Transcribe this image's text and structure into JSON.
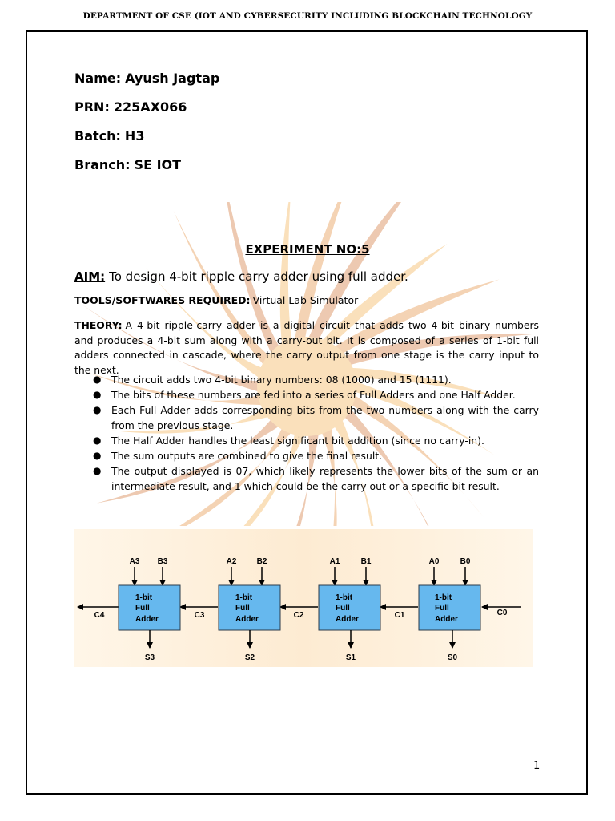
{
  "header": {
    "department": "DEPARTMENT OF CSE (IOT AND CYBERSECURITY INCLUDING BLOCKCHAIN TECHNOLOGY"
  },
  "student": {
    "name_label": "Name:",
    "name_value": "Ayush Jagtap",
    "prn_label": "PRN:",
    "prn_value": "225AX066",
    "batch_label": "Batch:",
    "batch_value": "H3",
    "branch_label": "Branch:",
    "branch_value": "SE IOT"
  },
  "experiment": {
    "title": "EXPERIMENT NO:5",
    "aim_label": "AIM:",
    "aim_text": "To design 4-bit ripple carry adder using full adder.",
    "tools_label": "TOOLS/SOFTWARES REQUIRED:",
    "tools_text": "Virtual Lab Simulator",
    "theory_label": "THEORY:",
    "theory_text": "A 4-bit ripple-carry adder is a digital circuit that adds two 4-bit binary numbers and produces a 4-bit sum along with a carry-out bit. It is composed of a series of 1-bit full adders connected in cascade, where the carry output from one stage is the carry input to the next.",
    "bullets": [
      "The circuit adds two 4-bit binary numbers: 08 (1000) and 15 (1111).",
      "The bits of these numbers are fed into a series of Full Adders and one Half Adder.",
      "Each Full Adder adds corresponding bits from the two numbers along with the carry from the previous stage.",
      "The Half Adder handles the least significant bit addition (since no carry-in).",
      "The sum outputs are combined to give the final result.",
      "The output displayed is 07, which likely represents the lower bits of the sum or an intermediate result, and 1 which could be the carry out or a specific bit result."
    ]
  },
  "diagram": {
    "blocks": [
      {
        "line1": "1-bit",
        "line2": "Full",
        "line3": "Adder",
        "a": "A3",
        "b": "B3",
        "s": "S3"
      },
      {
        "line1": "1-bit",
        "line2": "Full",
        "line3": "Adder",
        "a": "A2",
        "b": "B2",
        "s": "S2"
      },
      {
        "line1": "1-bit",
        "line2": "Full",
        "line3": "Adder",
        "a": "A1",
        "b": "B1",
        "s": "S1"
      },
      {
        "line1": "1-bit",
        "line2": "Full",
        "line3": "Adder",
        "a": "A0",
        "b": "B0",
        "s": "S0"
      }
    ],
    "carries": [
      "C4",
      "C3",
      "C2",
      "C1",
      "C0"
    ],
    "block_color": "#66b8ee"
  },
  "watermark": {
    "colors": [
      "#f0a030",
      "#e07818",
      "#c85a10"
    ]
  },
  "footer": {
    "page_number": "1"
  }
}
